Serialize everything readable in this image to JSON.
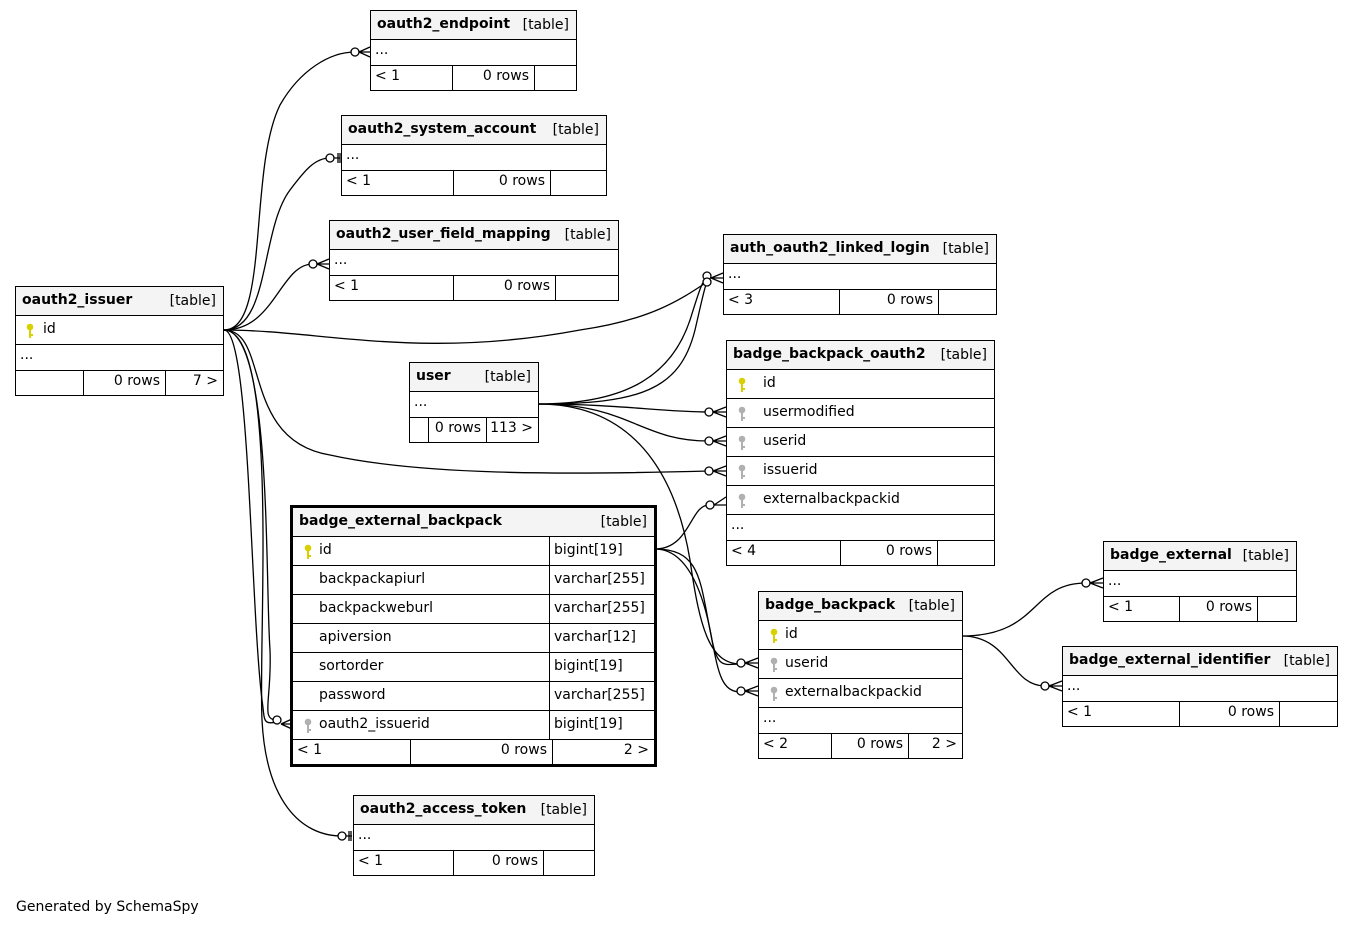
{
  "credit": "Generated by SchemaSpy",
  "colors": {
    "primary_key": "#d8d000",
    "foreign_key": "#b0b0b0",
    "header_bg": "#f4f4f4"
  },
  "tables": {
    "oauth2_endpoint": {
      "name": "oauth2_endpoint",
      "type": "[table]",
      "ellipsis": "...",
      "footer": [
        "< 1",
        "0 rows",
        ""
      ]
    },
    "oauth2_system_account": {
      "name": "oauth2_system_account",
      "type": "[table]",
      "ellipsis": "...",
      "footer": [
        "< 1",
        "0 rows",
        ""
      ]
    },
    "oauth2_user_field_mapping": {
      "name": "oauth2_user_field_mapping",
      "type": "[table]",
      "ellipsis": "...",
      "footer": [
        "< 1",
        "0 rows",
        ""
      ]
    },
    "oauth2_issuer": {
      "name": "oauth2_issuer",
      "type": "[table]",
      "columns": [
        {
          "name": "id",
          "key": "primary-key-icon"
        }
      ],
      "ellipsis": "...",
      "footer": [
        "",
        "0 rows",
        "7 >"
      ]
    },
    "auth_oauth2_linked_login": {
      "name": "auth_oauth2_linked_login",
      "type": "[table]",
      "ellipsis": "...",
      "footer": [
        "< 3",
        "0 rows",
        ""
      ]
    },
    "user": {
      "name": "user",
      "type": "[table]",
      "ellipsis": "...",
      "footer": [
        "",
        "0 rows",
        "113 >"
      ]
    },
    "badge_backpack_oauth2": {
      "name": "badge_backpack_oauth2",
      "type": "[table]",
      "columns": [
        {
          "name": "id",
          "key": "primary-key-icon"
        },
        {
          "name": "usermodified",
          "key": "foreign-key-icon"
        },
        {
          "name": "userid",
          "key": "foreign-key-icon"
        },
        {
          "name": "issuerid",
          "key": "foreign-key-icon"
        },
        {
          "name": "externalbackpackid",
          "key": "foreign-key-icon"
        }
      ],
      "ellipsis": "...",
      "footer": [
        "< 4",
        "0 rows",
        ""
      ]
    },
    "badge_external_backpack": {
      "name": "badge_external_backpack",
      "type": "[table]",
      "columns": [
        {
          "name": "id",
          "type": "bigint[19]",
          "key": "primary-key-icon"
        },
        {
          "name": "backpackapiurl",
          "type": "varchar[255]",
          "key": ""
        },
        {
          "name": "backpackweburl",
          "type": "varchar[255]",
          "key": ""
        },
        {
          "name": "apiversion",
          "type": "varchar[12]",
          "key": ""
        },
        {
          "name": "sortorder",
          "type": "bigint[19]",
          "key": ""
        },
        {
          "name": "password",
          "type": "varchar[255]",
          "key": ""
        },
        {
          "name": "oauth2_issuerid",
          "type": "bigint[19]",
          "key": "foreign-key-icon"
        }
      ],
      "footer": [
        "< 1",
        "0 rows",
        "2 >"
      ]
    },
    "badge_external": {
      "name": "badge_external",
      "type": "[table]",
      "ellipsis": "...",
      "footer": [
        "< 1",
        "0 rows",
        ""
      ]
    },
    "badge_backpack": {
      "name": "badge_backpack",
      "type": "[table]",
      "columns": [
        {
          "name": "id",
          "key": "primary-key-icon"
        },
        {
          "name": "userid",
          "key": "foreign-key-icon"
        },
        {
          "name": "externalbackpackid",
          "key": "foreign-key-icon"
        }
      ],
      "ellipsis": "...",
      "footer": [
        "< 2",
        "0 rows",
        "2 >"
      ]
    },
    "badge_external_identifier": {
      "name": "badge_external_identifier",
      "type": "[table]",
      "ellipsis": "...",
      "footer": [
        "< 1",
        "0 rows",
        ""
      ]
    },
    "oauth2_access_token": {
      "name": "oauth2_access_token",
      "type": "[table]",
      "ellipsis": "...",
      "footer": [
        "< 1",
        "0 rows",
        ""
      ]
    }
  }
}
